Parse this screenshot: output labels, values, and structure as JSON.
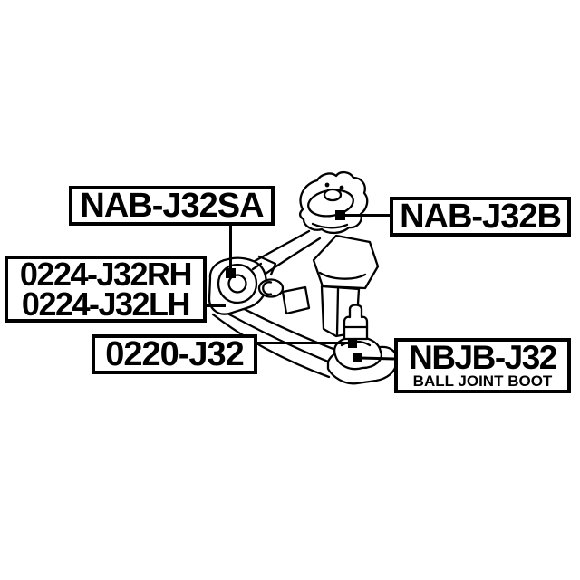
{
  "colors": {
    "background": "#ffffff",
    "line": "#000000",
    "box_border": "#000000",
    "text": "#000000"
  },
  "labels": {
    "nab_j32sa": {
      "text": "NAB-J32SA"
    },
    "p0224_rh": {
      "text": "0224-J32RH"
    },
    "p0224_lh": {
      "text": "0224-J32LH"
    },
    "p0220": {
      "text": "0220-J32"
    },
    "nab_j32b": {
      "text": "NAB-J32B"
    },
    "nbjb": {
      "text": "NBJB-J32",
      "subtext": "BALL JOINT BOOT"
    }
  },
  "icons": {
    "callout_marker": "filled-square"
  }
}
